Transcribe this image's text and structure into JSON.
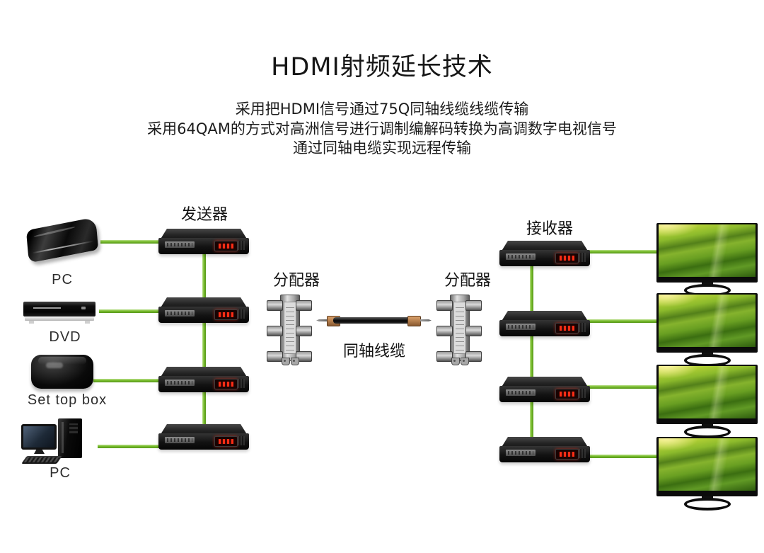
{
  "header": {
    "title": "HDMI射频延长技术",
    "subtitle_lines": [
      "采用把HDMI信号通过75Q同轴线缆线缆传输",
      "采用64QAM的方式对高洲信号进行调制编解码转换为高调数字电视信号",
      "通过同轴电缆实现远程传输"
    ]
  },
  "diagram": {
    "group_labels": {
      "transmitter": "发送器",
      "receiver": "接收器",
      "splitter_left": "分配器",
      "splitter_right": "分配器",
      "coax_cable": "同轴线缆"
    },
    "sources": [
      {
        "label": "PC",
        "icon": "game-console-icon"
      },
      {
        "label": "DVD",
        "icon": "dvd-player-icon"
      },
      {
        "label": "Set top box",
        "icon": "set-top-box-icon"
      },
      {
        "label": "PC",
        "icon": "desktop-pc-icon"
      }
    ],
    "transmitters": {
      "count": 4,
      "icon": "hdmi-extender-box-icon",
      "indicator": "red-led-display-icon"
    },
    "receivers": {
      "count": 4,
      "icon": "hdmi-extender-box-icon",
      "indicator": "red-led-display-icon"
    },
    "tvs": {
      "count": 4,
      "icon": "tv-green-screen-icon"
    }
  },
  "colors": {
    "background": "#ffffff",
    "cable_green": "#79bd2e",
    "led_red": "#e22015",
    "text": "#111111"
  }
}
